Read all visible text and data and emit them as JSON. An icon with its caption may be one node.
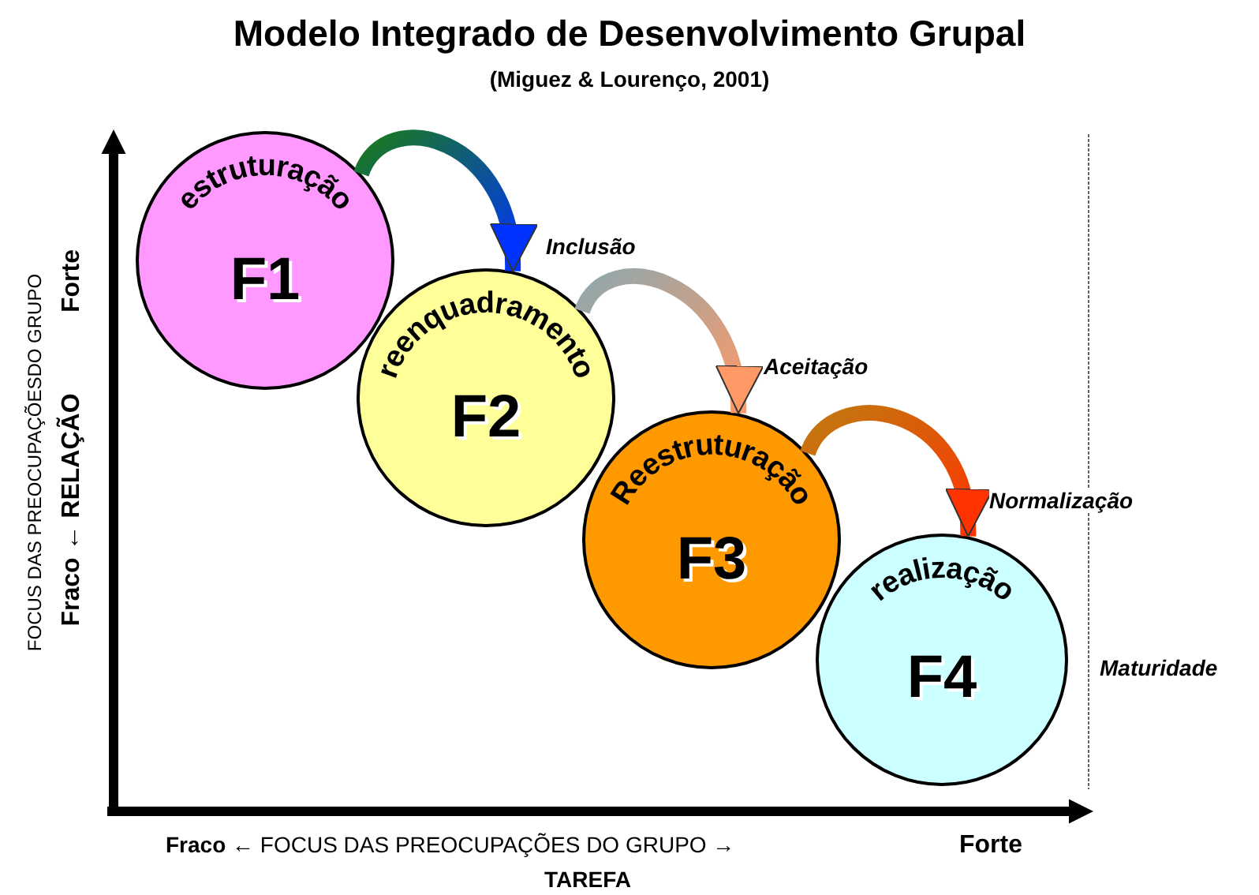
{
  "diagram": {
    "title": "Modelo Integrado de Desenvolvimento Grupal",
    "caption": "(Miguez & Lourenço, 2001)",
    "nodes": [
      {
        "text": [
          "estruturação",
          "F1"
        ]
      },
      {
        "text": [
          "reenquadramento",
          "F2"
        ]
      },
      {
        "text": [
          "Reestruturação",
          "F3"
        ]
      },
      {
        "text": [
          "realização",
          "F4"
        ]
      }
    ],
    "edges": [
      {
        "from": 0,
        "to": 1,
        "arrow": "to",
        "label": "Inclusão"
      },
      {
        "from": 1,
        "to": 2,
        "arrow": "to",
        "label": "Aceitação"
      },
      {
        "from": 2,
        "to": 3,
        "arrow": "to",
        "label": "Normalização"
      }
    ],
    "labels": [
      "FOCUS DAS PREOCUPAÇÕESDO GRUPO",
      "Fraco ← RELAÇÃO",
      "Forte",
      "Maturidade",
      "**Fraco** ← FOCUS DAS PREOCUPAÇÕES DO GRUPO →",
      "Forte",
      "TAREFA"
    ]
  }
}
